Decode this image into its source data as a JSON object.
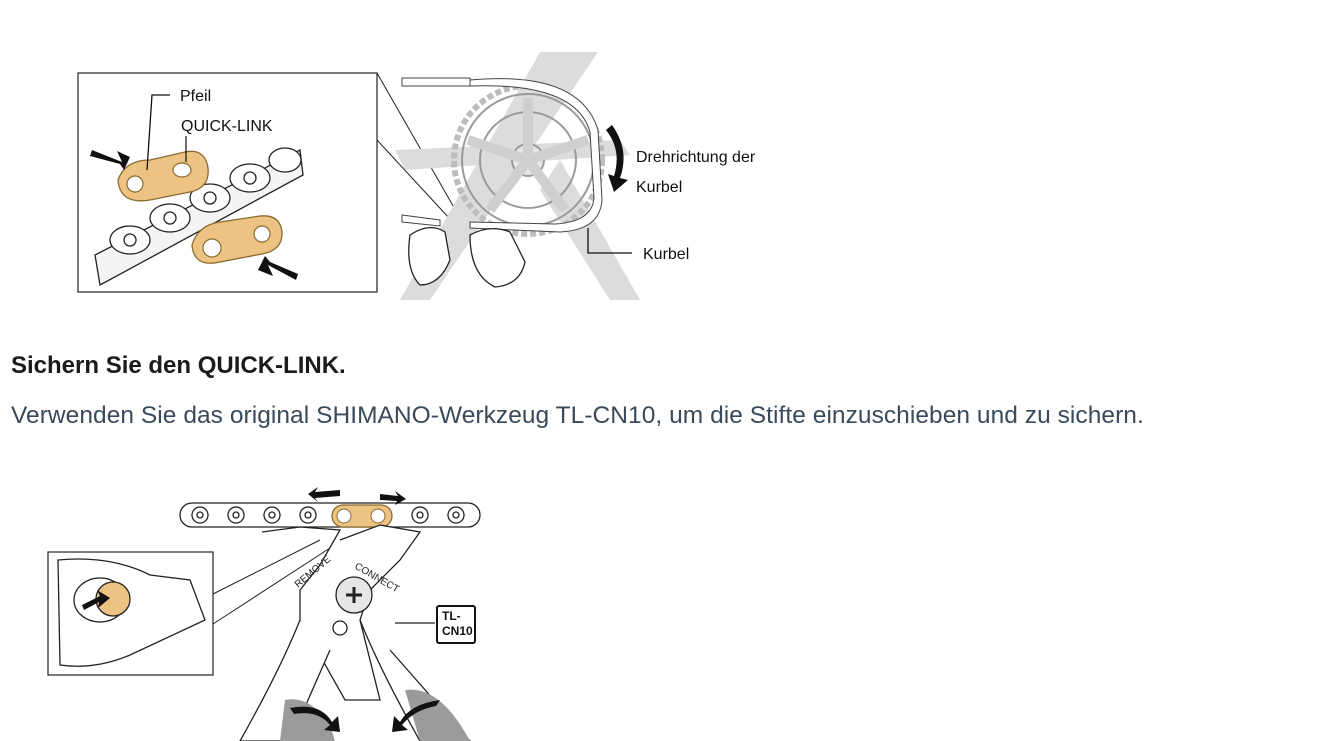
{
  "figure_top": {
    "labels": {
      "arrow": "Pfeil",
      "quick_link": "QUICK-LINK",
      "rotation_line1": "Drehrichtung der",
      "rotation_line2": "Kurbel",
      "crank": "Kurbel"
    }
  },
  "section": {
    "heading": "Sichern Sie den QUICK-LINK.",
    "body": "Verwenden Sie das original SHIMANO-Werkzeug TL-CN10, um die Stifte einzuschieben und zu sichern."
  },
  "figure_bottom": {
    "tool_tag_line1": "TL-",
    "tool_tag_line2": "CN10",
    "engrave_remove": "REMOVE",
    "engrave_connect": "CONNECT"
  },
  "colors": {
    "gold": "#ecc382",
    "gold_dark": "#b88a40",
    "body_text": "#3a4a5a",
    "frame_gray": "#dcdcdc"
  }
}
